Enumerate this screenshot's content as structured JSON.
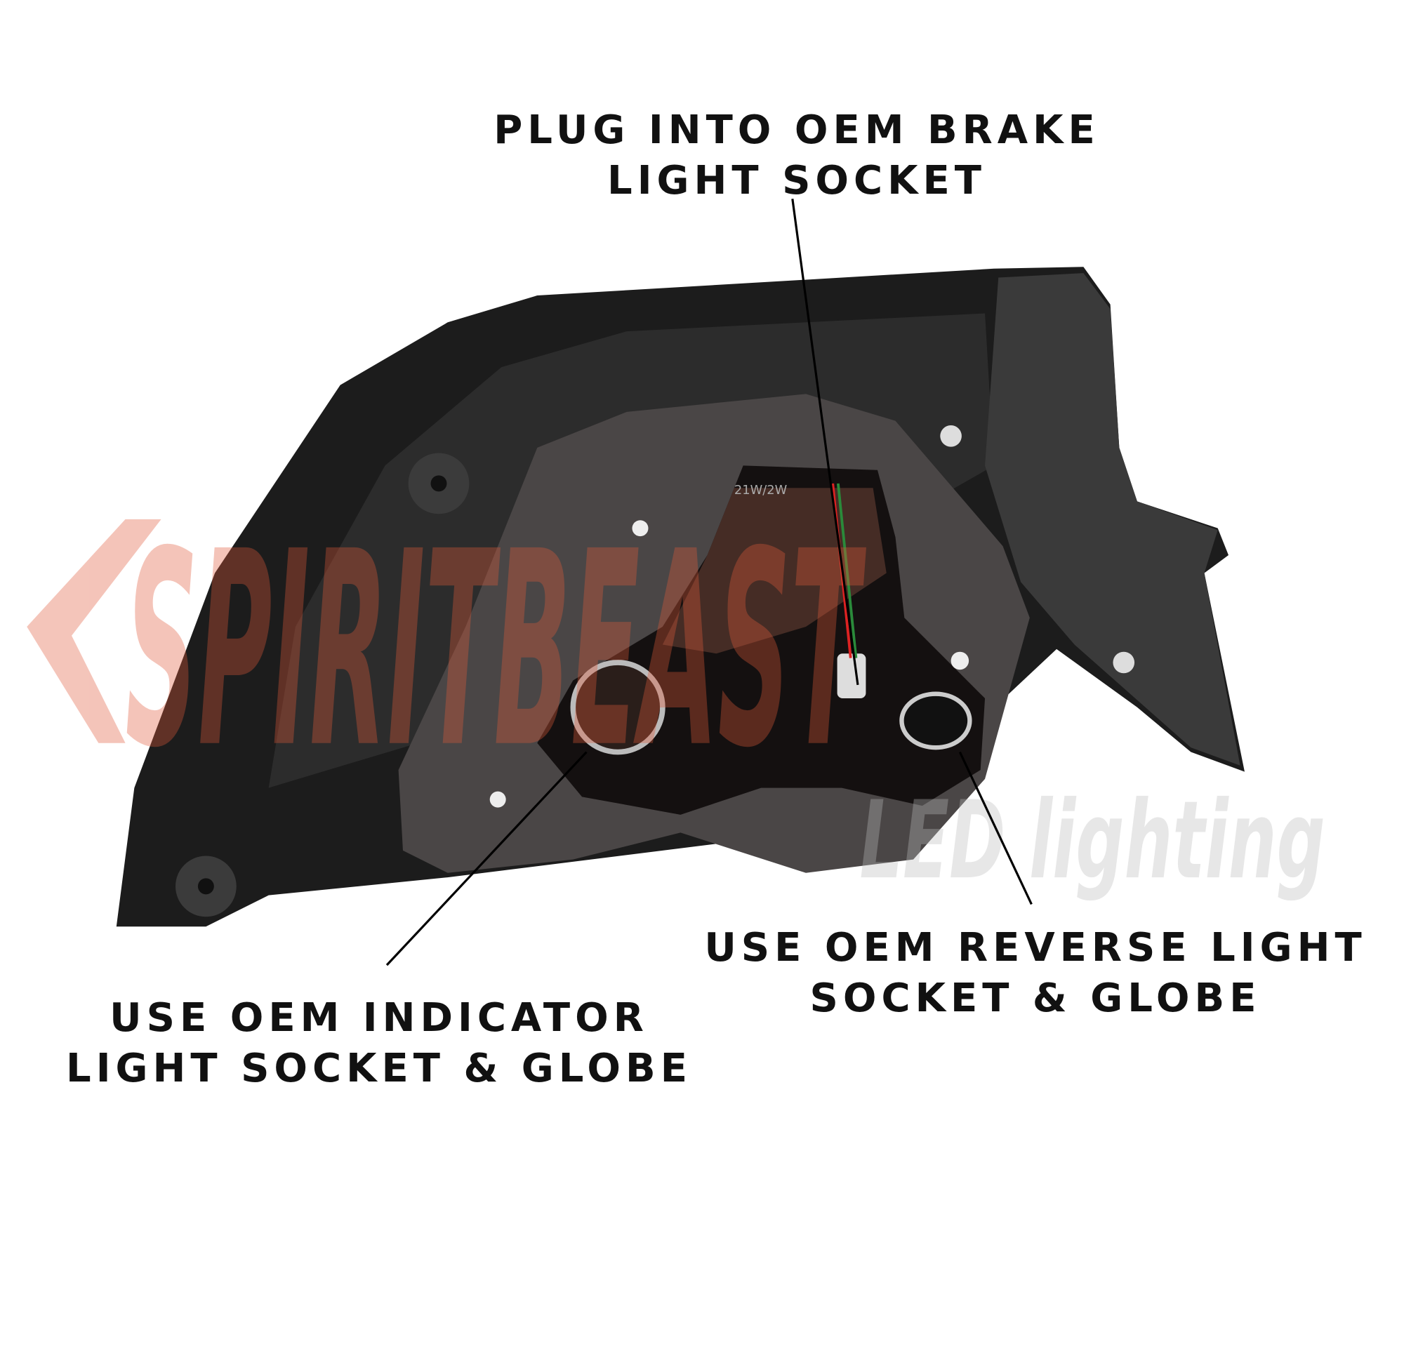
{
  "callouts": {
    "brake": {
      "line1": "PLUG INTO OEM BRAKE",
      "line2": "LIGHT SOCKET"
    },
    "reverse": {
      "line1": "USE OEM REVERSE LIGHT",
      "line2": "SOCKET & GLOBE"
    },
    "indicator": {
      "line1": "USE OEM INDICATOR",
      "line2": "LIGHT SOCKET & GLOBE"
    }
  },
  "bulb_marking": "21W/2W",
  "watermark": {
    "brand": "SPIRITBEAST",
    "sub": "LED lighting"
  },
  "colors": {
    "housing": "#1c1c1c",
    "gasket": "#4a4646",
    "watermark_red": "#e05a3a",
    "watermark_grey": "#cfcfcf",
    "wire_red": "#d22",
    "wire_green": "#2a8a3a"
  }
}
